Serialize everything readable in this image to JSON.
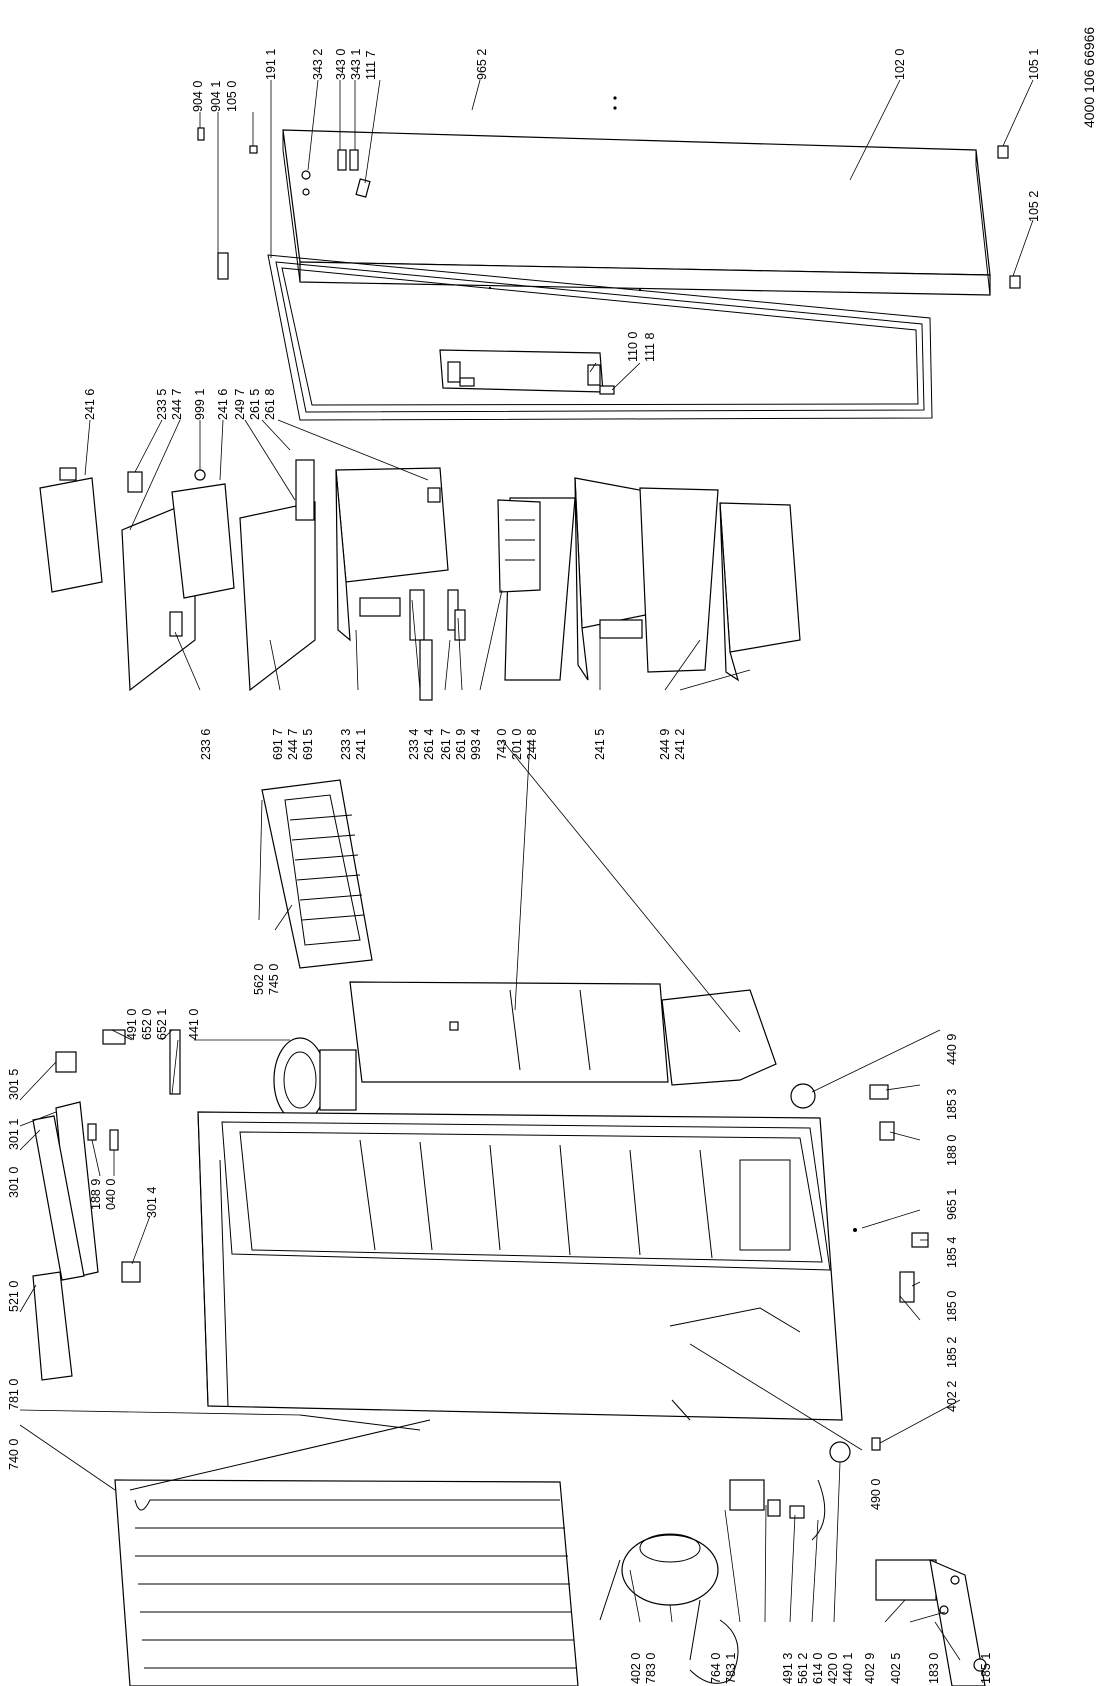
{
  "document_number": "4000 106 66966",
  "callouts": [
    {
      "id": "c-904-0",
      "label": "904 0"
    },
    {
      "id": "c-904-1",
      "label": "904 1"
    },
    {
      "id": "c-105-0",
      "label": "105 0"
    },
    {
      "id": "c-191-1",
      "label": "191 1"
    },
    {
      "id": "c-343-2",
      "label": "343 2"
    },
    {
      "id": "c-343-0",
      "label": "343 0"
    },
    {
      "id": "c-343-1",
      "label": "343 1"
    },
    {
      "id": "c-111-7",
      "label": "111 7"
    },
    {
      "id": "c-965-2",
      "label": "965 2"
    },
    {
      "id": "c-102-0",
      "label": "102 0"
    },
    {
      "id": "c-105-1",
      "label": "105 1"
    },
    {
      "id": "c-105-2",
      "label": "105 2"
    },
    {
      "id": "c-110-0",
      "label": "110 0"
    },
    {
      "id": "c-111-8",
      "label": "111 8"
    },
    {
      "id": "c-241-6a",
      "label": "241 6"
    },
    {
      "id": "c-233-5",
      "label": "233 5"
    },
    {
      "id": "c-244-7a",
      "label": "244 7"
    },
    {
      "id": "c-999-1",
      "label": "999 1"
    },
    {
      "id": "c-241-6b",
      "label": "241 6"
    },
    {
      "id": "c-249-7",
      "label": "249 7"
    },
    {
      "id": "c-261-5",
      "label": "261 5"
    },
    {
      "id": "c-261-8",
      "label": "261 8"
    },
    {
      "id": "c-233-6",
      "label": "233 6"
    },
    {
      "id": "c-691-7",
      "label": "691 7"
    },
    {
      "id": "c-244-7b",
      "label": "244 7"
    },
    {
      "id": "c-691-5",
      "label": "691 5"
    },
    {
      "id": "c-233-3",
      "label": "233 3"
    },
    {
      "id": "c-241-1",
      "label": "241 1"
    },
    {
      "id": "c-233-4",
      "label": "233 4"
    },
    {
      "id": "c-261-4",
      "label": "261 4"
    },
    {
      "id": "c-261-7",
      "label": "261 7"
    },
    {
      "id": "c-261-9",
      "label": "261 9"
    },
    {
      "id": "c-993-4",
      "label": "993 4"
    },
    {
      "id": "c-743-0",
      "label": "743 0"
    },
    {
      "id": "c-201-0",
      "label": "201 0"
    },
    {
      "id": "c-244-8",
      "label": "244 8"
    },
    {
      "id": "c-241-5",
      "label": "241 5"
    },
    {
      "id": "c-244-9",
      "label": "244 9"
    },
    {
      "id": "c-241-2",
      "label": "241 2"
    },
    {
      "id": "c-562-0",
      "label": "562 0"
    },
    {
      "id": "c-745-0",
      "label": "745 0"
    },
    {
      "id": "c-491-0",
      "label": "491 0"
    },
    {
      "id": "c-652-0",
      "label": "652 0"
    },
    {
      "id": "c-652-1",
      "label": "652 1"
    },
    {
      "id": "c-441-0",
      "label": "441 0"
    },
    {
      "id": "c-440-9",
      "label": "440 9"
    },
    {
      "id": "c-185-3",
      "label": "185 3"
    },
    {
      "id": "c-188-0",
      "label": "188 0"
    },
    {
      "id": "c-965-1",
      "label": "965 1"
    },
    {
      "id": "c-185-4",
      "label": "185 4"
    },
    {
      "id": "c-185-0",
      "label": "185 0"
    },
    {
      "id": "c-185-2",
      "label": "185 2"
    },
    {
      "id": "c-402-2",
      "label": "402 2"
    },
    {
      "id": "c-301-5",
      "label": "301 5"
    },
    {
      "id": "c-301-1",
      "label": "301 1"
    },
    {
      "id": "c-301-0",
      "label": "301 0"
    },
    {
      "id": "c-188-9",
      "label": "188 9"
    },
    {
      "id": "c-040-0",
      "label": "040 0"
    },
    {
      "id": "c-301-4",
      "label": "301 4"
    },
    {
      "id": "c-521-0",
      "label": "521 0"
    },
    {
      "id": "c-781-0",
      "label": "781 0"
    },
    {
      "id": "c-740-0",
      "label": "740 0"
    },
    {
      "id": "c-490-0",
      "label": "490 0"
    },
    {
      "id": "c-402-0",
      "label": "402 0"
    },
    {
      "id": "c-783-0",
      "label": "783 0"
    },
    {
      "id": "c-764-0",
      "label": "764 0"
    },
    {
      "id": "c-783-1",
      "label": "783 1"
    },
    {
      "id": "c-491-3",
      "label": "491 3"
    },
    {
      "id": "c-561-2",
      "label": "561 2"
    },
    {
      "id": "c-614-0",
      "label": "614 0"
    },
    {
      "id": "c-420-0",
      "label": "420 0"
    },
    {
      "id": "c-440-1",
      "label": "440 1"
    },
    {
      "id": "c-402-9",
      "label": "402 9"
    },
    {
      "id": "c-402-5",
      "label": "402 5"
    },
    {
      "id": "c-183-0",
      "label": "183 0"
    },
    {
      "id": "c-185-1",
      "label": "185 1"
    }
  ]
}
